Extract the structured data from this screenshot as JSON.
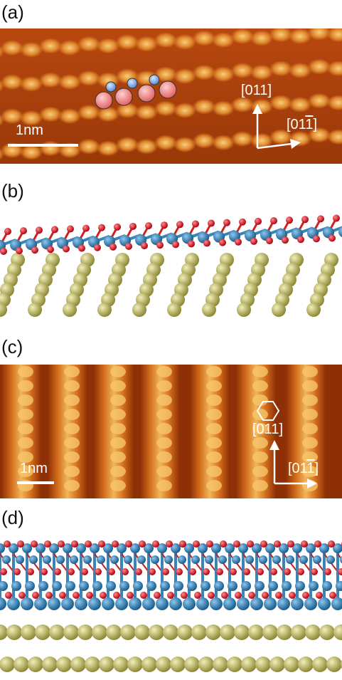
{
  "panels": {
    "a": {
      "label": "(a)",
      "scale_label": "1nm",
      "dir_vertical": "[011]",
      "dir_horizontal_pre": "[01",
      "dir_horizontal_bar": "1",
      "dir_horizontal_post": "]"
    },
    "b": {
      "label": "(b)"
    },
    "c": {
      "label": "(c)",
      "scale_label": "1nm",
      "dir_vertical": "[011]",
      "dir_horizontal_pre": "[01",
      "dir_horizontal_bar": "1",
      "dir_horizontal_post": "]"
    },
    "d": {
      "label": "(d)"
    }
  },
  "colors": {
    "stm_dark": "#8a2c05",
    "stm_mid": "#d9731c",
    "stm_bright": "#f7c46a",
    "oxygen": "#e0202a",
    "metal": "#2f86c2",
    "substrate": "#c9c36a",
    "overlay_red": "#f08080",
    "overlay_blue": "#7fa8e0"
  }
}
